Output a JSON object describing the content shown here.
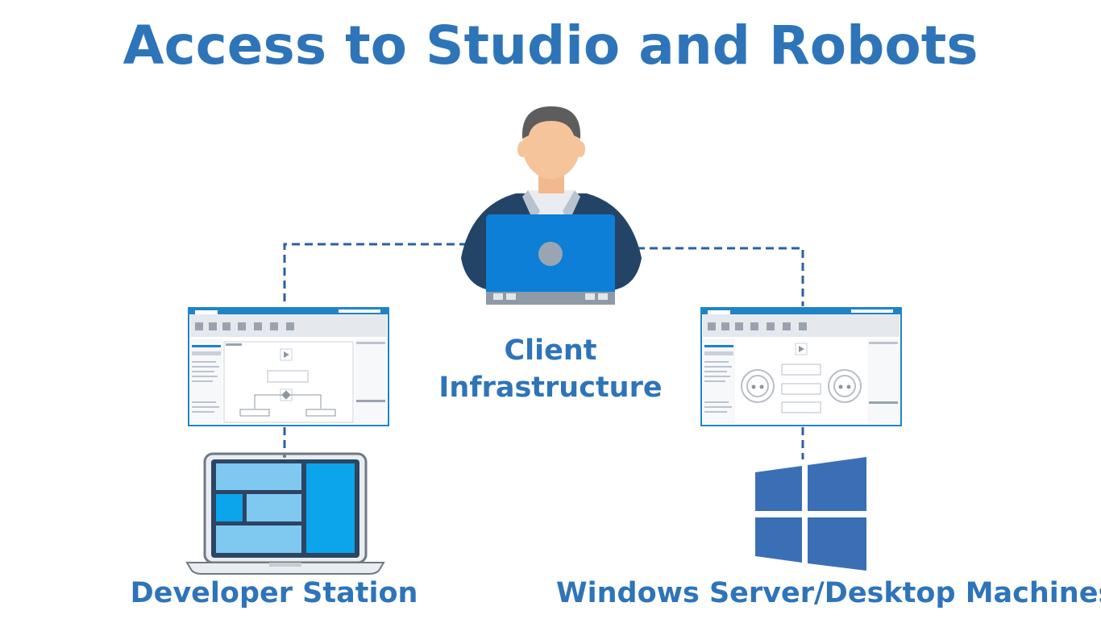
{
  "title": "Access to Studio and Robots",
  "client": {
    "line1": "Client",
    "line2": "Infrastructure"
  },
  "developer_label": "Developer Station",
  "windows_label": "Windows Server/Desktop Machines",
  "colors": {
    "title_blue": "#2e74b8",
    "connector": "#2e5fa0",
    "laptop_blue": "#0d7fd6",
    "suit": "#234466",
    "windows_blue": "#3a6fb5",
    "screen_light": "#7fc8f0",
    "screen_accent": "#0ca4ea"
  },
  "icons": [
    "person-icon",
    "laptop-icon",
    "studio-window-icon",
    "developer-laptop-icon",
    "windows-logo-icon",
    "robot-gear-icon"
  ]
}
